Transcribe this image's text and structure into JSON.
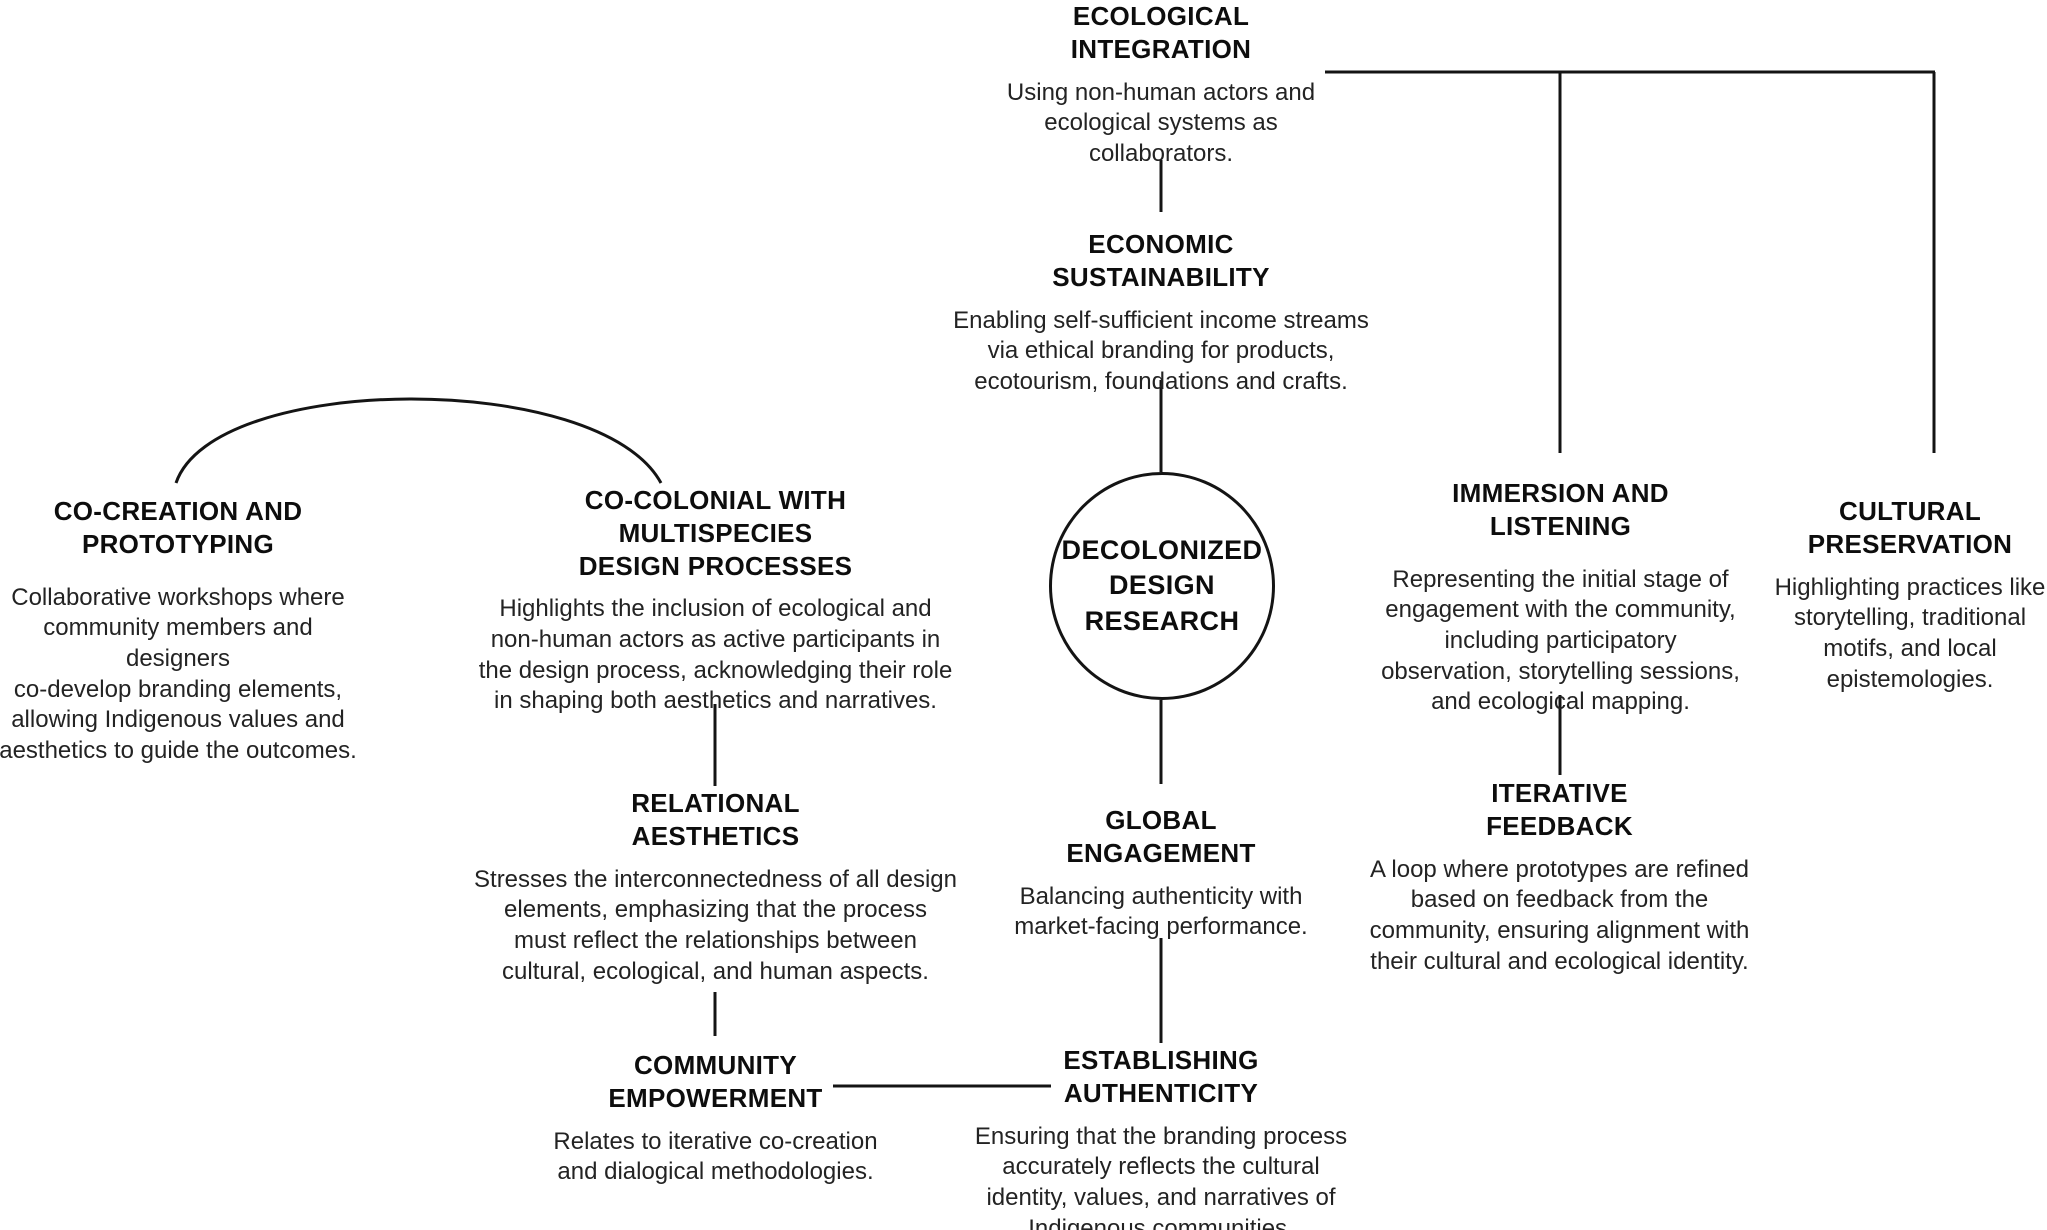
{
  "diagram": {
    "title": "DECOLONIZED DESIGN RESEARCH",
    "hub": {
      "label": "DECOLONIZED\nDESIGN\nRESEARCH"
    },
    "nodes": [
      {
        "id": "ecological-integration",
        "title": "ECOLOGICAL\nINTEGRATION",
        "description": "Using non-human actors and\necological systems as\ncollaborators."
      },
      {
        "id": "economic-sustainability",
        "title": "ECONOMIC\nSUSTAINABILITY",
        "description": "Enabling self-sufficient income streams\nvia ethical branding for products,\necotourism, foundations and crafts."
      },
      {
        "id": "co-creation-and-prototyping",
        "title": "CO-CREATION AND\nPROTOTYPING",
        "description": "Collaborative workshops where\ncommunity members and designers\nco-develop branding elements,\nallowing Indigenous values and\naesthetics to guide the outcomes."
      },
      {
        "id": "co-colonial-with-multispecies-design-processes",
        "title": "CO-COLONIAL WITH\nMULTISPECIES\nDESIGN PROCESSES",
        "description": "Highlights the inclusion of ecological and\nnon-human actors as active participants in\nthe design process, acknowledging their role\nin shaping both aesthetics and narratives."
      },
      {
        "id": "immersion-and-listening",
        "title": "IMMERSION AND\nLISTENING",
        "description": "Representing the initial stage of\nengagement with the community,\nincluding participatory\nobservation, storytelling sessions,\nand ecological mapping."
      },
      {
        "id": "cultural-preservation",
        "title": "CULTURAL\nPRESERVATION",
        "description": "Highlighting practices like\nstorytelling, traditional\nmotifs, and local\nepistemologies."
      },
      {
        "id": "relational-aesthetics",
        "title": "RELATIONAL\nAESTHETICS",
        "description": "Stresses the interconnectedness of all design\nelements, emphasizing that the process\nmust reflect the relationships between\ncultural, ecological, and human aspects."
      },
      {
        "id": "global-engagement",
        "title": "GLOBAL\nENGAGEMENT",
        "description": "Balancing authenticity with\nmarket-facing performance."
      },
      {
        "id": "iterative-feedback",
        "title": "ITERATIVE\nFEEDBACK",
        "description": "A loop where prototypes are refined\nbased on feedback from the\ncommunity, ensuring alignment with\ntheir cultural and ecological identity."
      },
      {
        "id": "community-empowerment",
        "title": "COMMUNITY\nEMPOWERMENT",
        "description": "Relates to iterative co-creation\nand dialogical methodologies."
      },
      {
        "id": "establishing-authenticity",
        "title": "ESTABLISHING\nAUTHENTICITY",
        "description": "Ensuring that the branding process\naccurately reflects the cultural\nidentity, values, and narratives of\nIndigenous communities."
      }
    ],
    "colors": {
      "background": "#ffffff",
      "line": "#141414",
      "title": "#0d0d0d",
      "body": "#232323"
    }
  }
}
